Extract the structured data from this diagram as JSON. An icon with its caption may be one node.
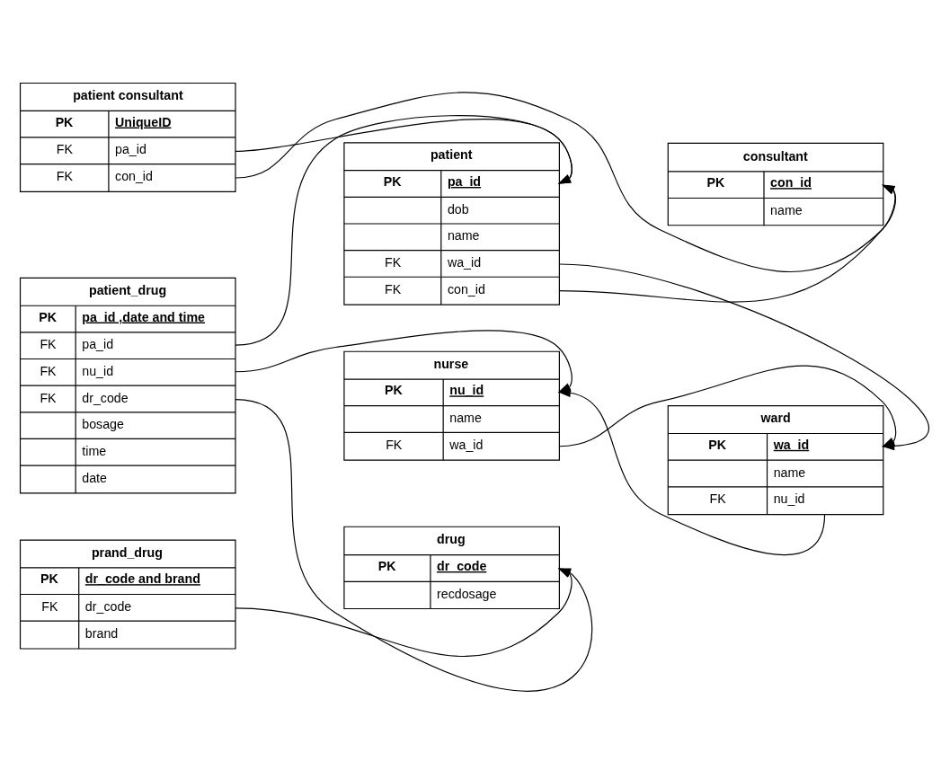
{
  "diagram": {
    "nodes": [
      {
        "text": [
          "nurse",
          "PK",
          "nu_id",
          "name",
          "FK",
          "wa_id"
        ]
      },
      {
        "text": [
          "ward",
          "PK",
          "wa_id",
          "name",
          "FK",
          "nu_id"
        ]
      },
      {
        "text": [
          "patient_drug",
          "PK",
          "pa_id ,date and time",
          "FK",
          "pa_id",
          "FK",
          "nu_id",
          "FK",
          "dr_code",
          "bosage",
          "time",
          "date"
        ]
      },
      {
        "text": [
          "drug",
          "PK",
          "dr_code",
          "recdosage"
        ]
      },
      {
        "text": [
          "prand_drug",
          "PK",
          "dr_code and brand",
          "FK",
          "dr_code",
          "brand"
        ]
      },
      {
        "text": [
          "patient",
          "PK",
          "pa_id",
          "dob",
          "name",
          "FK",
          "wa_id",
          "FK",
          "con_id"
        ]
      },
      {
        "text": [
          "patient consultant",
          "PK",
          "UniqueID",
          "FK",
          "pa_id",
          "FK",
          "con_id"
        ]
      },
      {
        "text": [
          "consultant",
          "PK",
          "con_id",
          "name"
        ]
      }
    ],
    "edges": [
      {
        "from": 0,
        "to": 1,
        "arrow": "to"
      },
      {
        "from": 1,
        "to": 0,
        "arrow": "to"
      },
      {
        "from": 2,
        "to": 0,
        "arrow": "to"
      },
      {
        "from": 2,
        "to": 3,
        "arrow": "to"
      },
      {
        "from": 2,
        "to": 5,
        "arrow": "to"
      },
      {
        "from": 5,
        "to": 1,
        "arrow": "to"
      },
      {
        "from": 4,
        "to": 3,
        "arrow": "to"
      },
      {
        "from": 6,
        "to": 5,
        "arrow": "to"
      },
      {
        "from": 6,
        "to": 7,
        "arrow": "to"
      },
      {
        "from": 5,
        "to": 7,
        "arrow": "to"
      }
    ]
  }
}
